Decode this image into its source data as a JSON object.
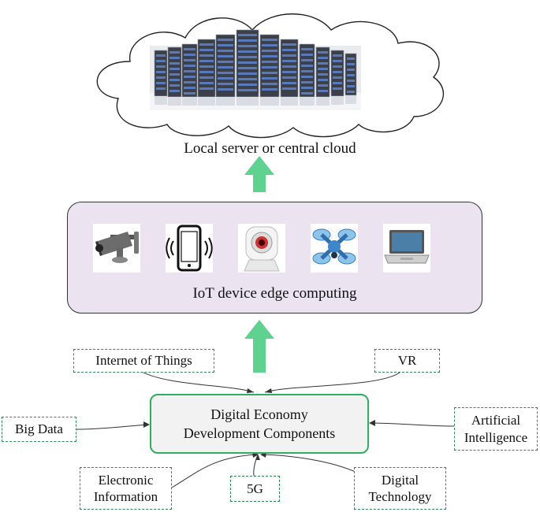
{
  "cloud": {
    "caption": "Local server or central cloud",
    "icon": "server-rack-icon"
  },
  "edge": {
    "caption": "IoT device edge computing",
    "devices": [
      {
        "name": "cctv-camera-icon"
      },
      {
        "name": "smartphone-icon"
      },
      {
        "name": "webcam-icon"
      },
      {
        "name": "drone-icon"
      },
      {
        "name": "laptop-icon"
      }
    ]
  },
  "center": {
    "line1": "Digital Economy",
    "line2": "Development Components"
  },
  "components": {
    "iot": "Internet of Things",
    "vr": "VR",
    "big_data": "Big Data",
    "ai_line1": "Artificial",
    "ai_line2": "Intelligence",
    "ei_line1": "Electronic",
    "ei_line2": "Information",
    "fiveg": "5G",
    "dt_line1": "Digital",
    "dt_line2": "Technology"
  },
  "colors": {
    "arrow": "#5fd28f",
    "dashed_border": "#2e8b57",
    "center_border": "#2fae63",
    "panel_fill": "#ece3f1"
  }
}
